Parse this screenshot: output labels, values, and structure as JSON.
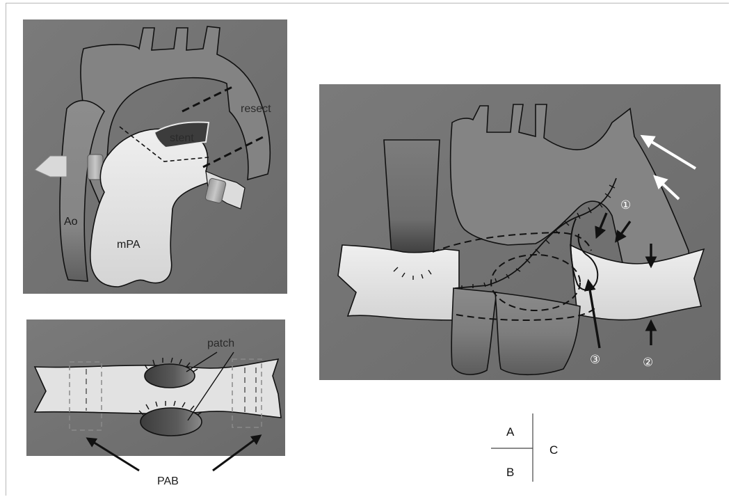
{
  "panel_a": {
    "labels": {
      "resect": "resect",
      "stent": "stent",
      "ao": "Ao",
      "mpa": "mPA"
    }
  },
  "panel_b": {
    "labels": {
      "patch": "patch",
      "pab": "PAB"
    }
  },
  "panel_c": {
    "markers": {
      "one": "①",
      "two": "②",
      "three": "③"
    }
  },
  "layout_key": {
    "a": "A",
    "b": "B",
    "c": "C"
  },
  "colors": {
    "panel_bg": "#717171",
    "vessel": "#8a8a8a",
    "light_vessel": "#e6e6e6",
    "outline": "#111111",
    "arrow_white": "#ffffff"
  }
}
